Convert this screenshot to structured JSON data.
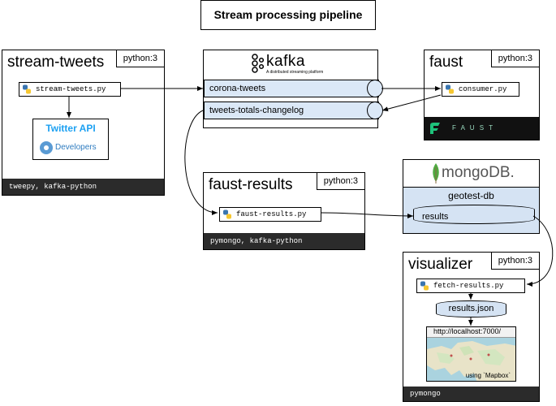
{
  "title": "Stream processing pipeline",
  "stream_tweets": {
    "title": "stream-tweets",
    "tag": "python:3",
    "file": "stream-tweets.py",
    "twitter_api": "Twitter API",
    "developers": "Developers",
    "footer": "tweepy, kafka-python"
  },
  "kafka": {
    "logo": "kafka",
    "subtitle": "A distributed streaming platform",
    "topic1": "corona-tweets",
    "topic2": "tweets-totals-changelog"
  },
  "faust": {
    "title": "faust",
    "tag": "python:3",
    "file": "consumer.py",
    "logo": "F A U S T"
  },
  "faust_results": {
    "title": "faust-results",
    "tag": "python:3",
    "file": "faust-results.py",
    "footer": "pymongo, kafka-python"
  },
  "mongo": {
    "logo": "mongoDB.",
    "db": "geotest-db",
    "collection": "results"
  },
  "visualizer": {
    "title": "visualizer",
    "tag": "python:3",
    "file": "fetch-results.py",
    "json": "results.json",
    "url": "http://localhost:7000/",
    "map_caption": "using `Mapbox`",
    "footer": "pymongo"
  },
  "colors": {
    "topic_fill": "#dbe8f7",
    "footer_dark": "#2b2b2b",
    "twitter_blue": "#1da1f2",
    "mongo_green": "#4faa41"
  }
}
